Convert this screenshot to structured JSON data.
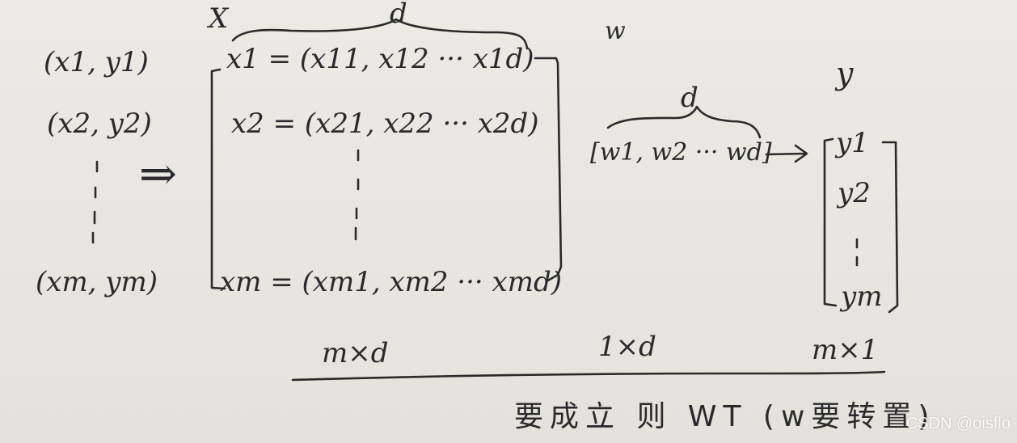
{
  "left_pairs": [
    "(x1, y1)",
    "(x2, y2)",
    "(xm, ym)"
  ],
  "implies": "⇒",
  "X_label": "X",
  "d_label": "d",
  "rows": [
    "x1 = (x11, x12 ··· x1d)",
    "x2 = (x21, x22 ··· x2d)",
    "xm = (xm1, xm2 ··· xmd)"
  ],
  "W_label": "w",
  "W_d_label": "d",
  "w_vector": "[w1, w2 ··· wd]",
  "arrow": "→",
  "Y_label": "y",
  "y_column": [
    "y1",
    "y2",
    "ym"
  ],
  "dims": {
    "X": "m×d",
    "W": "1×d",
    "Y": "m×1"
  },
  "note": "要成立 则 WT (w要转置)",
  "watermark": "CSDN @oisflo"
}
